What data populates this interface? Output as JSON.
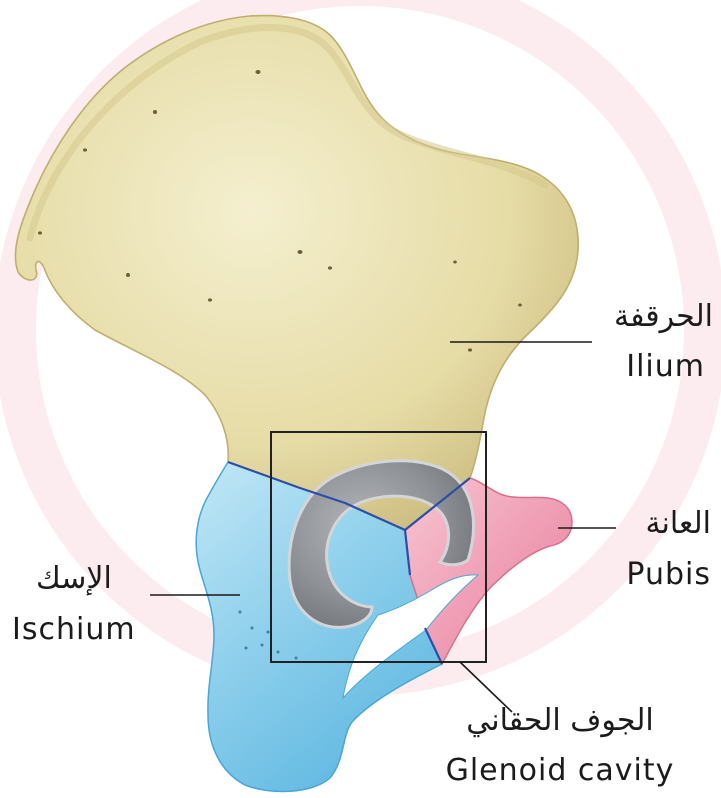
{
  "labels": {
    "ilium": {
      "ar": "الحرقفة",
      "en": "Ilium"
    },
    "pubis": {
      "ar": "العانة",
      "en": "Pubis"
    },
    "ischium": {
      "ar": "الإسك",
      "en": "Ischium"
    },
    "glenoid_cavity": {
      "ar": "الجوف الحقاني",
      "en": "Glenoid cavity"
    }
  },
  "colors": {
    "ilium": "#e6dca6",
    "ischium": "#8fd0ec",
    "pubis": "#f0a0b6",
    "acetabulum": "#8e9196",
    "bone_boundary": "#2b4ea8",
    "leader_line": "#1a1a1a",
    "background_ring": "#fcecef"
  }
}
